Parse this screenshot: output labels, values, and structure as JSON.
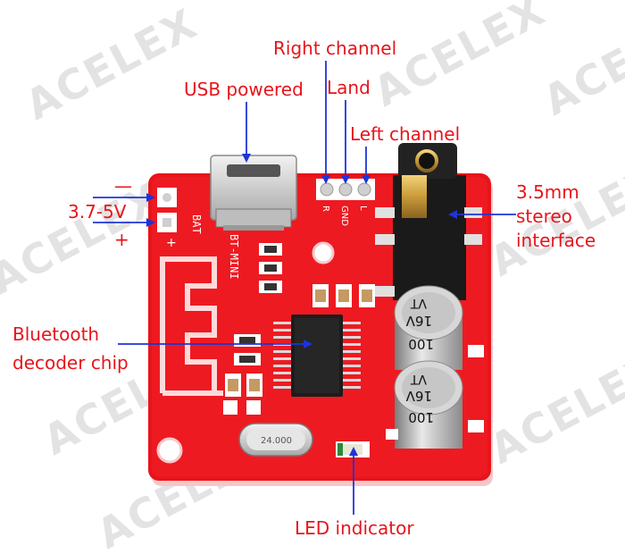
{
  "watermark": "ACELEX",
  "labels": {
    "right_channel": "Right channel",
    "land": "Land",
    "left_channel": "Left channel",
    "usb_powered": "USB powered",
    "voltage": "3.7-5V",
    "minus": "—",
    "plus": "+",
    "jack_line1": "3.5mm",
    "jack_line2": "stereo",
    "jack_line3": "interface",
    "chip_line1": "Bluetooth",
    "chip_line2": "decoder chip",
    "led": "LED indicator"
  },
  "board": {
    "silk_model": "BT-MINI",
    "silk_bat": "BAT",
    "silk_plus": "+",
    "pad_r": "R",
    "pad_gnd": "GND",
    "pad_l": "L",
    "cap_value_1": "100",
    "cap_rating_1": "16V",
    "cap_series_1": "VT",
    "cap_value_2": "100",
    "cap_rating_2": "16V",
    "cap_series_2": "VT",
    "crystal": "24.000"
  },
  "colors": {
    "annotation": "#e8141b",
    "arrow": "#1f34d6",
    "board": "#e8141b"
  }
}
